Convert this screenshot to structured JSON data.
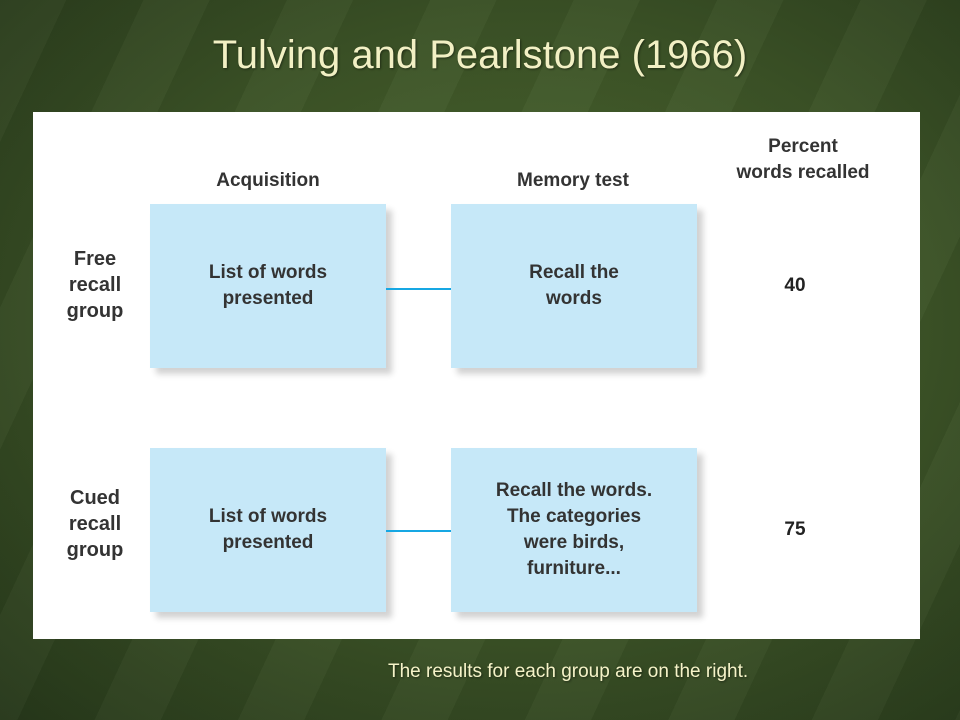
{
  "slide": {
    "title": "Tulving and Pearlstone (1966)",
    "caption": "The results for each group are on the right."
  },
  "diagram": {
    "headers": {
      "acquisition": "Acquisition",
      "memory_test": "Memory test",
      "percent": "Percent\nwords recalled"
    },
    "groups": [
      {
        "label": "Free\nrecall\ngroup",
        "acquisition": "List of words\npresented",
        "memory_test": "Recall the\nwords",
        "percent_recalled": "40"
      },
      {
        "label": "Cued\nrecall\ngroup",
        "acquisition": "List of words\npresented",
        "memory_test": "Recall the words.\nThe categories\nwere birds,\nfurniture...",
        "percent_recalled": "75"
      }
    ],
    "colors": {
      "box_fill": "#c6e8f8",
      "arrow": "#16a7e3",
      "title_text": "#f2f0c4"
    }
  }
}
